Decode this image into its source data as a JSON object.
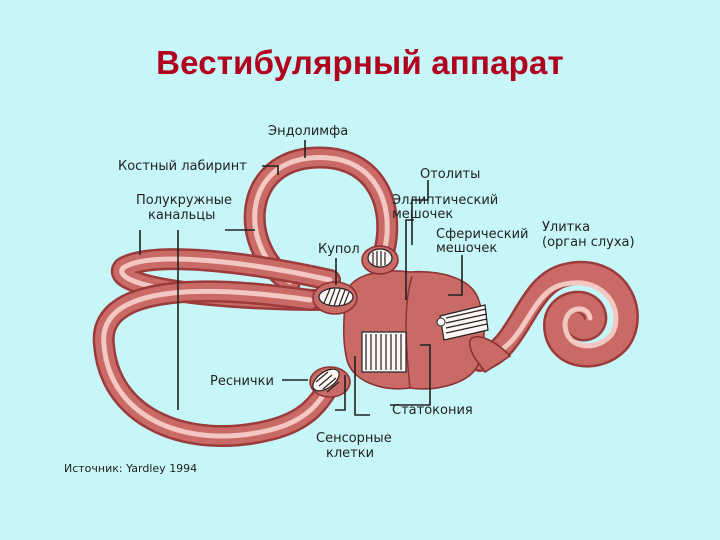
{
  "title": "Вестибулярный  аппарат",
  "labels": {
    "endolymph": "Эндолимфа",
    "bony_labyrinth": "Костный лабиринт",
    "otoliths": "Отолиты",
    "semicircular_l1": "Полукружные",
    "semicircular_l2": "канальцы",
    "utricle_l1": "Эллиптический",
    "utricle_l2": "мешочек",
    "saccule_l1": "Сферический",
    "saccule_l2": "мешочек",
    "cochlea_l1": "Улитка",
    "cochlea_l2": "(орган слуха)",
    "cupula": "Купол",
    "cilia": "Реснички",
    "statoconia": "Статокония",
    "sensory_l1": "Сенсорные",
    "sensory_l2": "клетки"
  },
  "source": "Источник: Yardley 1994",
  "colors": {
    "background": "#c6f6f8",
    "title": "#b0001e",
    "tissue": "#c96a66",
    "tissue_dark": "#9b3b3b",
    "lining": "#f3c7c2"
  }
}
